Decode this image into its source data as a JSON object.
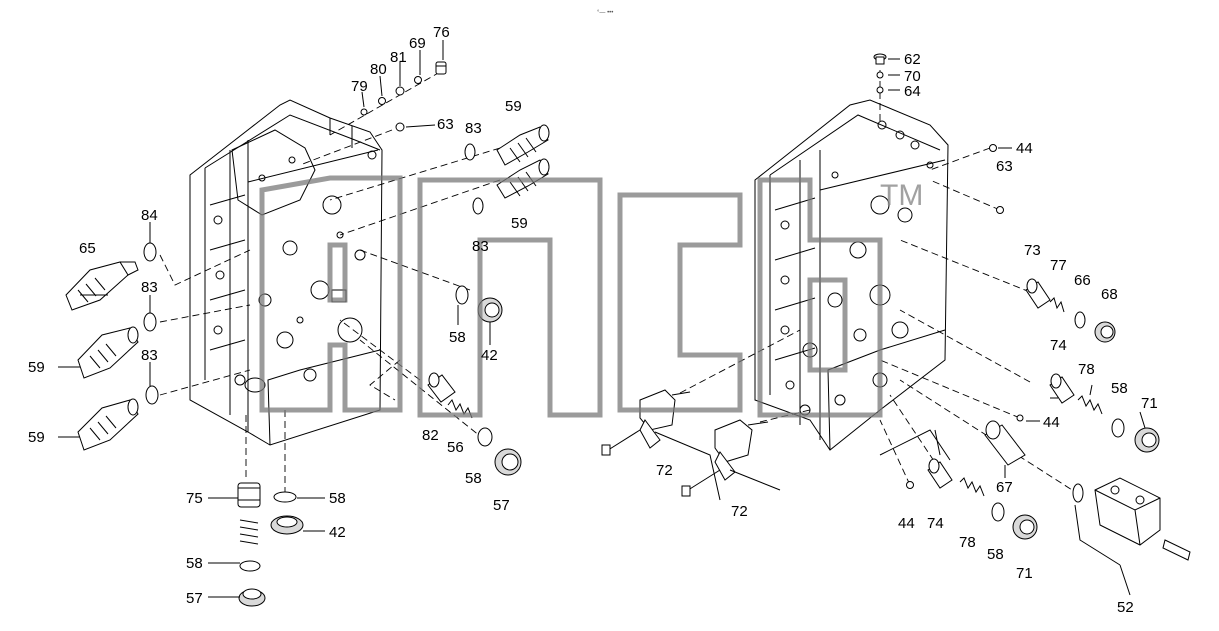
{
  "diagram": {
    "corner_text": "°— •••",
    "watermark": {
      "trademark": "TM"
    },
    "callouts": [
      "76",
      "69",
      "81",
      "80",
      "79",
      "63",
      "59",
      "83",
      "83",
      "59",
      "84",
      "65",
      "83",
      "59",
      "83",
      "59",
      "58",
      "42",
      "82",
      "56",
      "58",
      "57",
      "75",
      "58",
      "42",
      "58",
      "57",
      "62",
      "70",
      "64",
      "44",
      "63",
      "73",
      "77",
      "66",
      "68",
      "74",
      "78",
      "58",
      "71",
      "44",
      "72",
      "72",
      "67",
      "44",
      "74",
      "78",
      "58",
      "71",
      "52"
    ]
  }
}
